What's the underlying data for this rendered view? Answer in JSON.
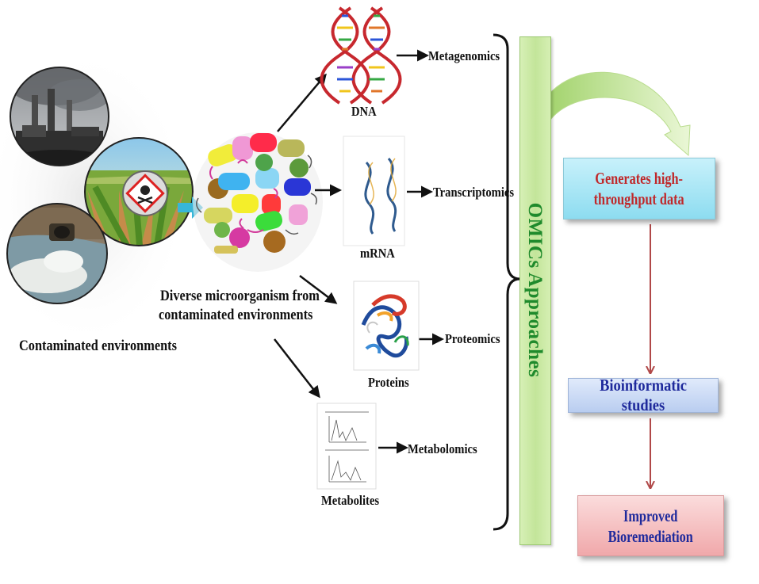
{
  "environment": {
    "caption": "Contaminated environments"
  },
  "microorganisms": {
    "caption_line1": "Diverse microorganism from",
    "caption_line2": "contaminated environments"
  },
  "molecules": [
    {
      "label": "DNA",
      "approach": "Metagenomics"
    },
    {
      "label": "mRNA",
      "approach": "Transcriptomics"
    },
    {
      "label": "Proteins",
      "approach": "Proteomics"
    },
    {
      "label": "Metabolites",
      "approach": "Metabolomics"
    }
  ],
  "omics_bar": {
    "label": "OMICs Approaches"
  },
  "flow_boxes": [
    {
      "line1": "Generates high-",
      "line2": "throughput data"
    },
    {
      "line1": "Bioinformatic studies",
      "line2": ""
    },
    {
      "line1": "Improved",
      "line2": "Bioremediation"
    }
  ],
  "colors": {
    "omics_text": "#1f8a2c",
    "omics_bar": "#c3e59a",
    "box1_text": "#c0282a",
    "box1_fill": "#9fe3f3",
    "box2_text": "#1f2a9c",
    "box2_fill": "#c7d8f3",
    "box3_text": "#1f2a9c",
    "box3_fill": "#f5c2c3",
    "flow_arrow": "#b04848"
  }
}
